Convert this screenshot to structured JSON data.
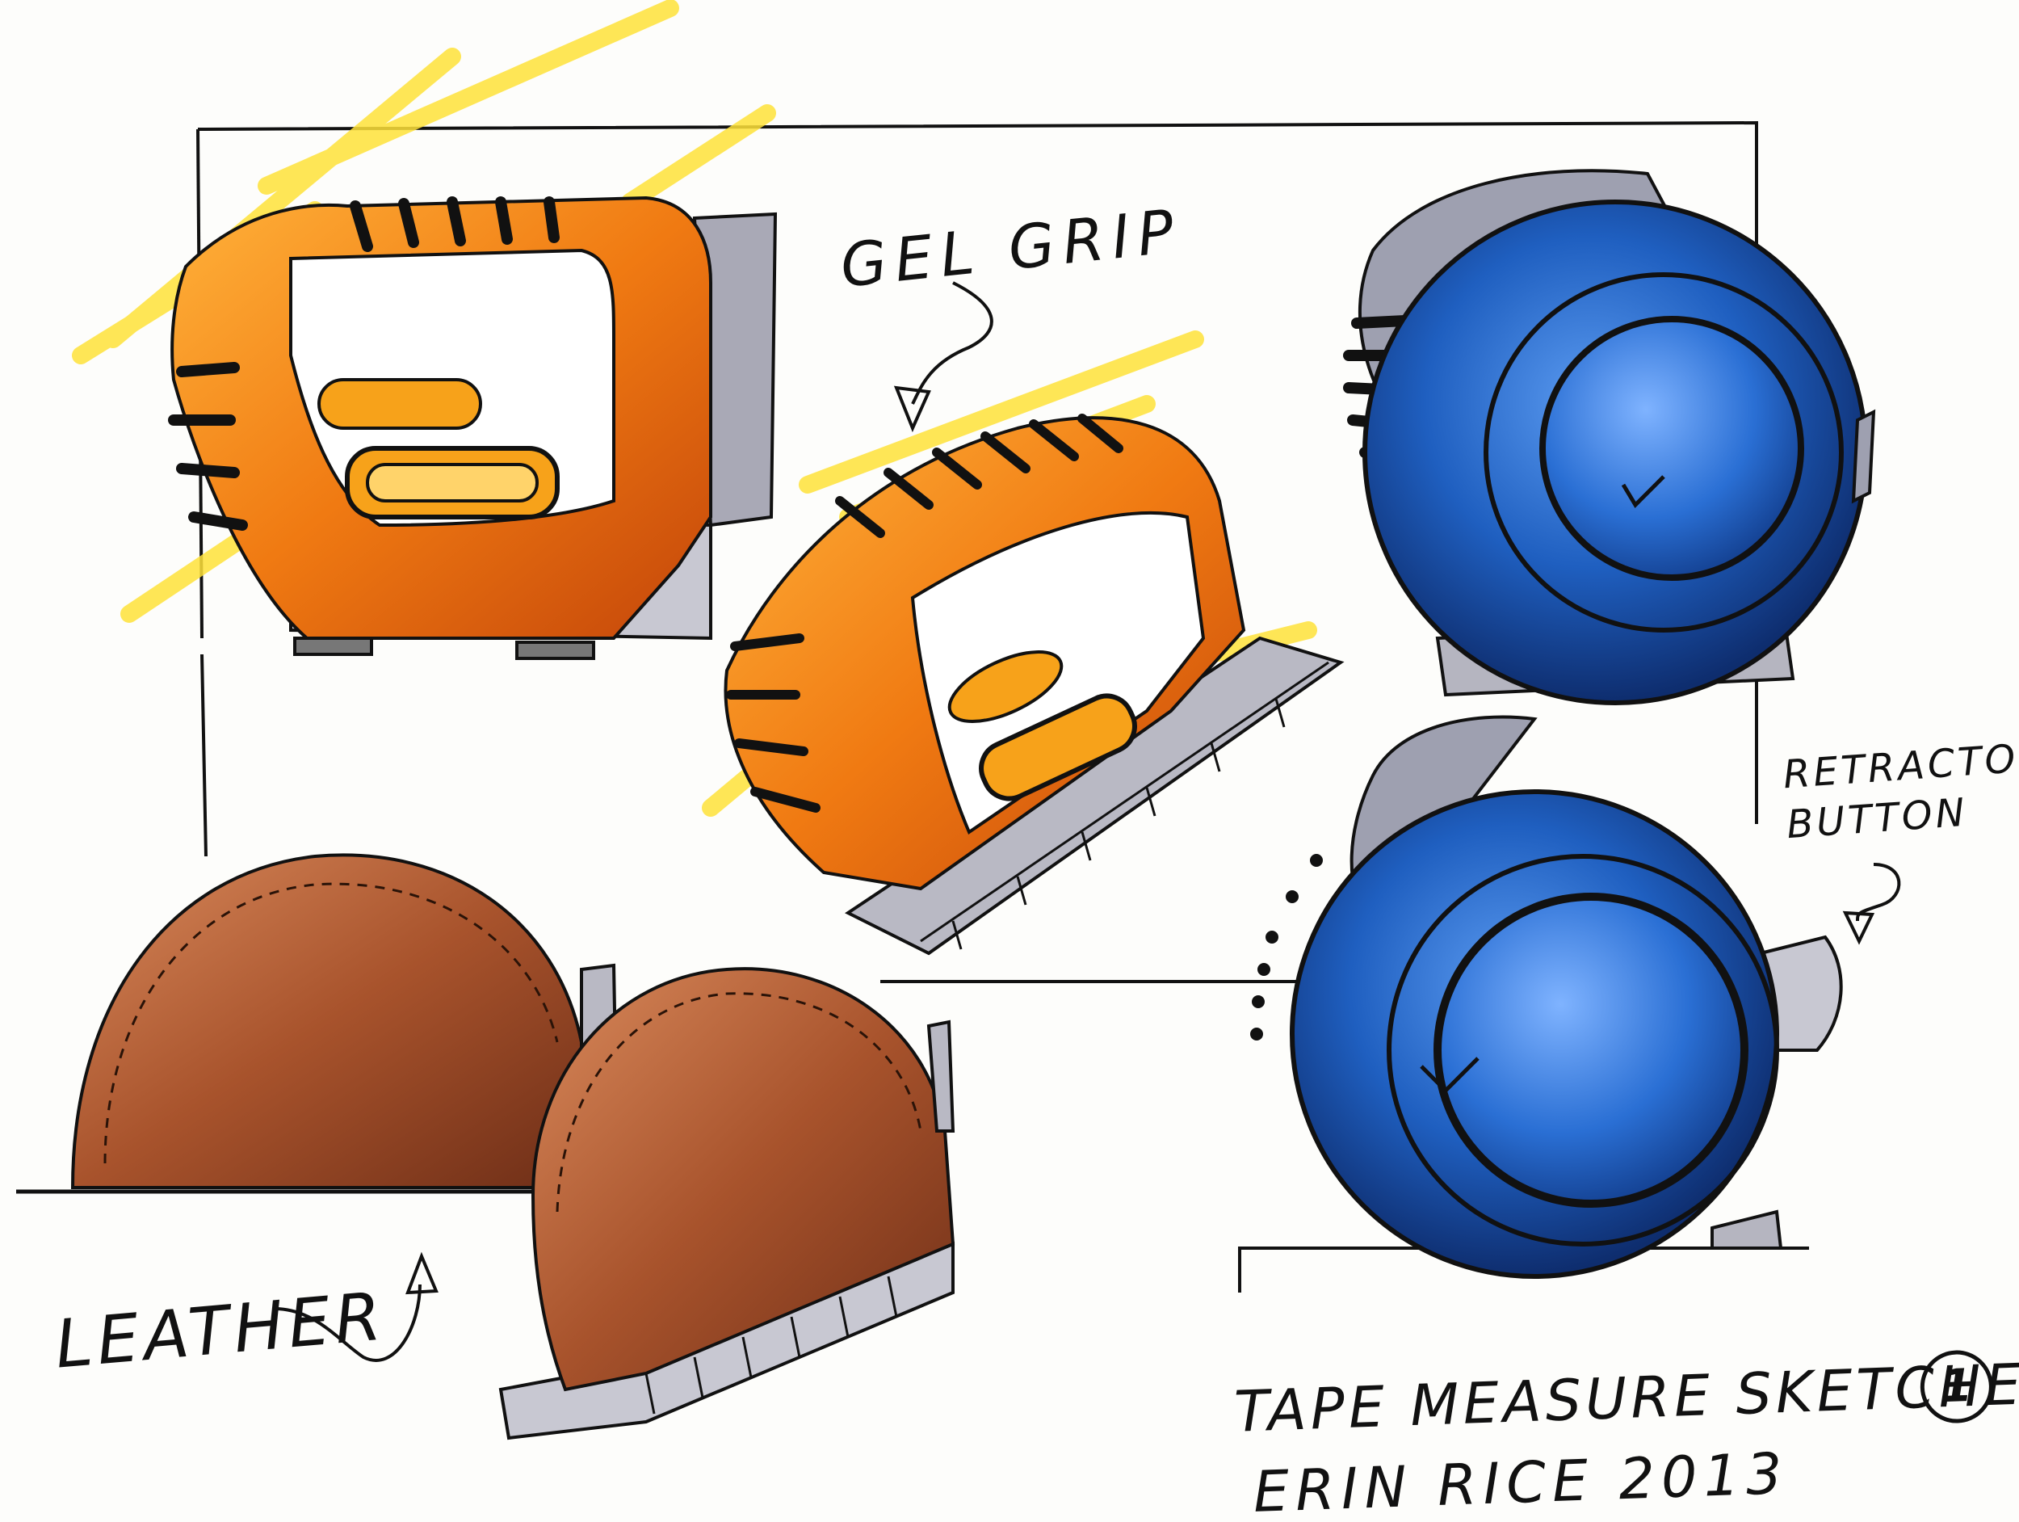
{
  "annotations": {
    "gel_grip": "GEL GRIP",
    "retractor_button": "RETRACTOR BUTTON",
    "leather": "LEATHER"
  },
  "title_block": {
    "title": "TAPE MEASURE SKETCHES",
    "sheet_number": "1",
    "author_date": "ERIN RICE 2013"
  },
  "colors": {
    "orange": "#f07a12",
    "orange_dark": "#c4460a",
    "yellow": "#ffe23a",
    "blue": "#1f5fc0",
    "blue_dark": "#0e2d6e",
    "leather": "#a8532c",
    "leather_dark": "#6e2e17",
    "grey": "#9a9aa6",
    "ink": "#111111"
  },
  "icons": [
    "arrow-icon",
    "arrow-icon",
    "arrow-icon"
  ]
}
